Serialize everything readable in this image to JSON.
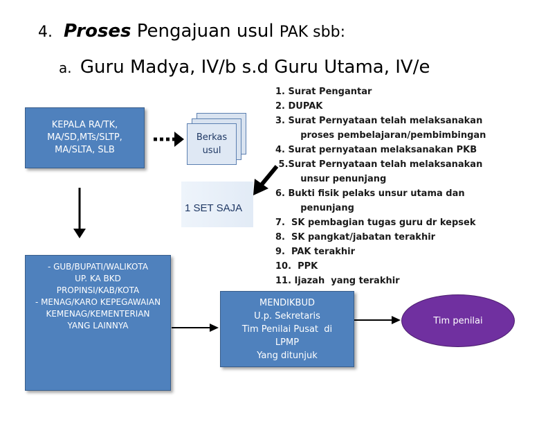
{
  "heading": {
    "number": "4.",
    "bold_word": "Proses",
    "title_rest": "Pengajuan usul",
    "title_tail": "PAK sbb:",
    "sub_number": "a.",
    "sub_title": "Guru Madya, IV/b s.d Guru Utama, IV/e"
  },
  "boxes": {
    "kepala": "KEPALA RA/TK,\nMA/SD,MTs/SLTP,\nMA/SLTA, SLB",
    "gub": "- GUB/BUPATI/WALIKOTA\nUP. KA BKD\nPROPINSI/KAB/KOTA\n- MENAG/KARO KEPEGAWAIAN\nKEMENAG/KEMENTERIAN\nYANG LAINNYA",
    "mendikbud": "MENDIKBUD\nU.p. Sekretaris\nTim Penilai Pusat  di\nLPMP\nYang ditunjuk"
  },
  "berkas": "Berkas\nusul",
  "set_saja": "1 SET SAJA",
  "documents_list": "1. Surat Pengantar\n2. DUPAK\n3. Surat Pernyataan telah melaksanakan\n        proses pembelajaran/pembimbingan\n4. Surat pernyataan melaksanakan PKB\n 5.Surat Pernyataan telah melaksanakan\n        unsur penunjang\n6. Bukti fisik pelaks unsur utama dan\n        penunjang\n7.  SK pembagian tugas guru dr kepsek\n8.  SK pangkat/jabatan terakhir\n9.  PAK terakhir\n10.  PPK\n11. Ijazah  yang terakhir",
  "tim_penilai": "Tim penilai",
  "colors": {
    "box_blue": "#4f81bd",
    "ellipse_purple": "#7030a0",
    "paper_fill": "#d9e3f0"
  }
}
